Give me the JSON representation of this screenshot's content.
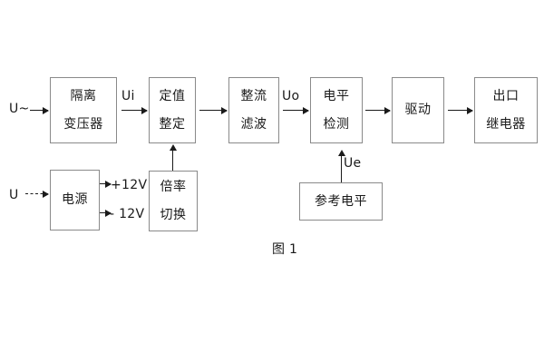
{
  "diagram": {
    "caption": "图 1",
    "signal_chain": [
      {
        "id": "isolation-transformer",
        "lines": [
          "隔离",
          "变压器"
        ]
      },
      {
        "id": "setting-value",
        "lines": [
          "定值",
          "整定"
        ]
      },
      {
        "id": "rectify-filter",
        "lines": [
          "整流",
          "滤波"
        ]
      },
      {
        "id": "level-detect",
        "lines": [
          "电平",
          "检测"
        ]
      },
      {
        "id": "drive",
        "lines": [
          "驱动"
        ]
      },
      {
        "id": "output-relay",
        "lines": [
          "出口",
          "继电器"
        ]
      }
    ],
    "support_blocks": [
      {
        "id": "power-supply",
        "lines": [
          "电源"
        ]
      },
      {
        "id": "multiplier-switch",
        "lines": [
          "倍率",
          "切换"
        ]
      },
      {
        "id": "reference-level",
        "lines": [
          "参考电平"
        ]
      }
    ],
    "signal_labels": {
      "input_ac": "U~",
      "input_dc": "U",
      "ui": "Ui",
      "uo": "Uo",
      "ue": "Ue",
      "supply_positive": "+12V",
      "supply_negative": "- 12V"
    },
    "colors": {
      "box_border": "#8a8a8a",
      "text": "#1a1a1a",
      "arrow": "#1a1a1a",
      "background": "#ffffff"
    }
  }
}
